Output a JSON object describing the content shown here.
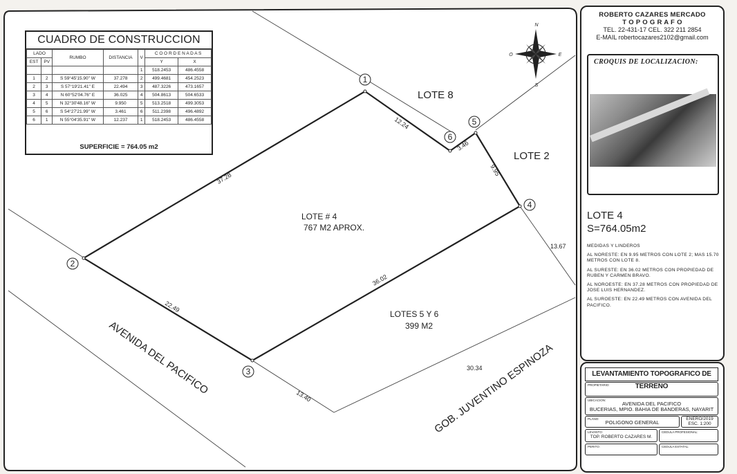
{
  "table": {
    "title": "CUADRO DE CONSTRUCCION",
    "headers": {
      "lado": "LADO",
      "est": "EST",
      "pv": "PV",
      "rumbo": "RUMBO",
      "distancia": "DISTANCIA",
      "v": "V",
      "coordenadas": "C O O R D E N A D A S",
      "y": "Y",
      "x": "X"
    },
    "first_row": {
      "v": "1",
      "y": "518.2453",
      "x": "486.4558"
    },
    "rows": [
      {
        "est": "1",
        "pv": "2",
        "rumbo": "S  59°45'15.90\"  W",
        "dist": "37.278",
        "v": "2",
        "y": "499.4681",
        "x": "454.2523"
      },
      {
        "est": "2",
        "pv": "3",
        "rumbo": "S  57°19'21.41\"  E",
        "dist": "22.494",
        "v": "3",
        "y": "487.3226",
        "x": "473.1657"
      },
      {
        "est": "3",
        "pv": "4",
        "rumbo": "N  60°52'04.76\"  E",
        "dist": "36.025",
        "v": "4",
        "y": "504.8613",
        "x": "504.6533"
      },
      {
        "est": "4",
        "pv": "5",
        "rumbo": "N  32°30'48.16\"  W",
        "dist": "9.950",
        "v": "5",
        "y": "513.2518",
        "x": "499.3053"
      },
      {
        "est": "5",
        "pv": "6",
        "rumbo": "S  54°27'21.99\"  W",
        "dist": "3.461",
        "v": "6",
        "y": "511.2398",
        "x": "496.4892"
      },
      {
        "est": "6",
        "pv": "1",
        "rumbo": "N  55°04'35.91\"  W",
        "dist": "12.237",
        "v": "1",
        "y": "518.2453",
        "x": "486.4558"
      }
    ],
    "superficie": "SUPERFICIE = 764.05 m2"
  },
  "plan": {
    "lots": {
      "lote8": "LOTE 8",
      "lote2": "LOTE 2",
      "lote4_title": "LOTE # 4",
      "lote4_area": "767 M2  APROX.",
      "lotes56_title": "LOTES 5 Y 6",
      "lotes56_area": "399 M2"
    },
    "streets": {
      "avenida": "AVENIDA DEL PACIFICO",
      "gob": "GOB. JUVENTINO ESPINOZA"
    },
    "dimensions": {
      "d12": "37.28",
      "d23": "22.49",
      "d34": "36.02",
      "d45": "9.95",
      "d56": "3.46",
      "d61": "12.24",
      "d_1367": "13.67",
      "d_1340": "13.40",
      "d_3034": "30.34"
    },
    "vertices": {
      "v1": "1",
      "v2": "2",
      "v3": "3",
      "v4": "4",
      "v5": "5",
      "v6": "6"
    },
    "compass": {
      "n": "N",
      "s": "S",
      "e": "E",
      "o": "O"
    }
  },
  "header": {
    "name": "ROBERTO CAZARES MERCADO",
    "role": "T O P O G R A F O",
    "tel": "TEL.  22-431-17 CEL. 322 211 2854",
    "email": "E-MAIL robertocazares2102@gmail.com"
  },
  "croquis": {
    "title": "CROQUIS  DE  LOCALIZACION:"
  },
  "lote": {
    "title": "LOTE 4",
    "area": "S=764.05m2"
  },
  "medidas": {
    "title": "MEDIDAS  Y  LINDEROS",
    "ne": "AL  NORESTE:  EN  9.95  METROS  CON  LOTE  2;  MAS  15.70  METROS  CON  LOTE  8.",
    "se": "AL  SURESTE:  EN  36.02  METROS  CON  PROPIEDAD  DE  RUBEN  Y  CARMEN  BRAVO.",
    "no": "AL  NOROESTE:  EN  37.28  METROS  CON  PROPIEDAD  DE  JOSE  LUIS  HERNANDEZ.",
    "so": "AL  SUROESTE:  EN  22.49  METROS  CON  AVENIDA  DEL  PACIFICO."
  },
  "titleblock": {
    "levantamiento": "LEVANTAMIENTO TOPOGRAFICO DE TERRENO",
    "propietario_label": "PROPIETARIO:",
    "ubicacion_label": "UBICACION:",
    "ubicacion_1": "AVENIDA DEL PACIFICO",
    "ubicacion_2": "BUCERIAS, MPIO. BAHIA DE BANDERAS, NAYARIT",
    "plano_label": "PLANO:",
    "plano": "POLIGONO GENERAL",
    "fecha": "ENERO/2019",
    "escala": "ESC. 1:200",
    "levanto_label": "LEVANTO:",
    "levanto": "TOP. ROBERTO CAZARES M.",
    "cedula_prof_label": "CEDULA  PROFESIONAL:",
    "perito_label": "PERITO:",
    "cedula_est_label": "CEDULA  ESTATAL:"
  }
}
